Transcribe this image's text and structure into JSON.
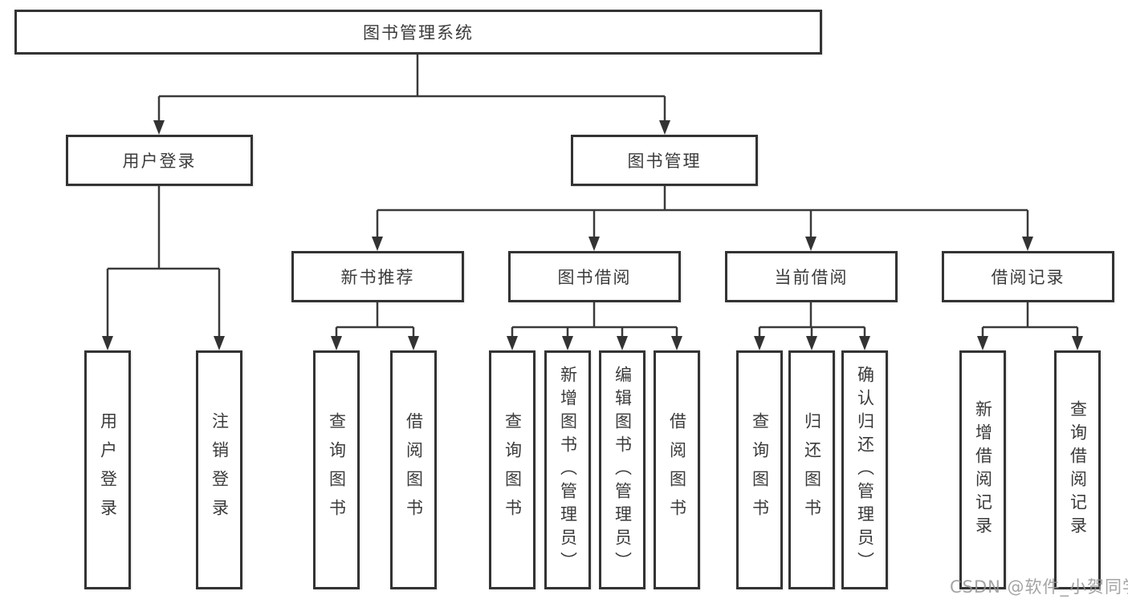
{
  "colors": {
    "background": "#ffffff",
    "line": "#3a3a3a",
    "box_border": "#333333",
    "text": "#3b3b3b",
    "watermark": "#949494"
  },
  "watermark": {
    "text": "CSDN @软件_小贺同学"
  },
  "tree": {
    "label": "图书管理系统",
    "children": [
      {
        "label": "用户登录",
        "children": [
          {
            "label": "用户登录"
          },
          {
            "label": "注销登录"
          }
        ]
      },
      {
        "label": "图书管理",
        "children": [
          {
            "label": "新书推荐",
            "children": [
              {
                "label": "查询图书"
              },
              {
                "label": "借阅图书"
              }
            ]
          },
          {
            "label": "图书借阅",
            "children": [
              {
                "label": "查询图书"
              },
              {
                "label": "新增图书（管理员）"
              },
              {
                "label": "编辑图书（管理员）"
              },
              {
                "label": "借阅图书"
              }
            ]
          },
          {
            "label": "当前借阅",
            "children": [
              {
                "label": "查询图书"
              },
              {
                "label": "归还图书"
              },
              {
                "label": "确认归还（管理员）"
              }
            ]
          },
          {
            "label": "借阅记录",
            "children": [
              {
                "label": "新增借阅记录"
              },
              {
                "label": "查询借阅记录"
              }
            ]
          }
        ]
      }
    ]
  }
}
